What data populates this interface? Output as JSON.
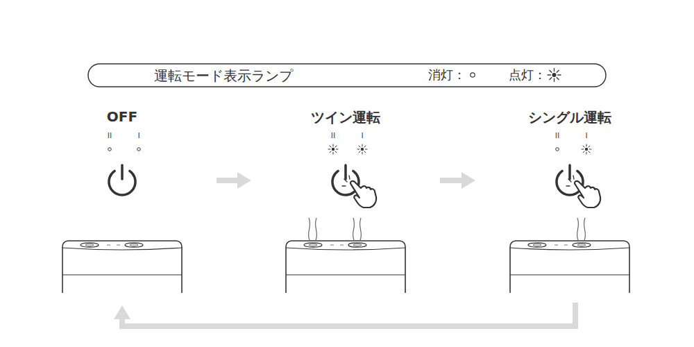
{
  "diagram": {
    "title": "運転モード表示ランプ",
    "nodes": [
      {
        "text": [
          "OFF"
        ]
      },
      {
        "text": [
          "ツイン運転"
        ]
      },
      {
        "text": [
          "シングル運転"
        ]
      }
    ],
    "edges": [
      {
        "from": 0,
        "to": 1,
        "arrow": "to"
      },
      {
        "from": 1,
        "to": 2,
        "arrow": "to"
      },
      {
        "from": 2,
        "to": 0,
        "arrow": "to"
      }
    ],
    "labels": [
      "II",
      "I",
      "II",
      "I",
      "II",
      "I"
    ],
    "legend": [
      {
        "text": "消灯："
      },
      {
        "text": "点灯："
      }
    ]
  }
}
